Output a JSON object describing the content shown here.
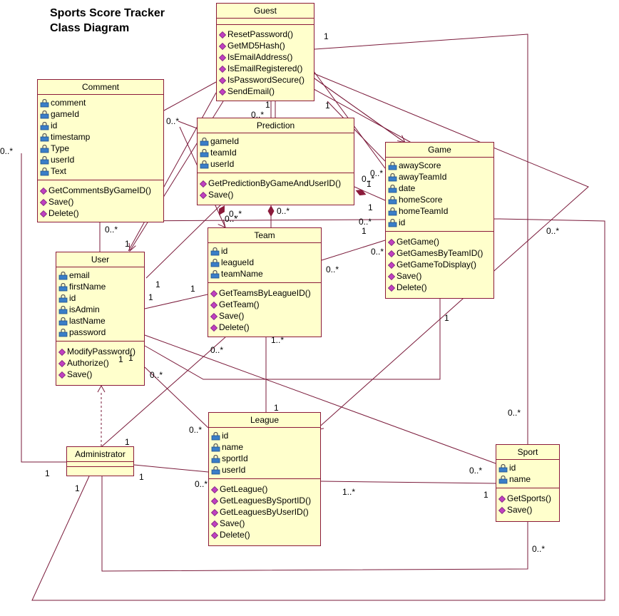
{
  "title": [
    "Sports Score Tracker",
    "Class Diagram"
  ],
  "colors": {
    "border": "#8b1a3a",
    "fill": "#ffffcc",
    "line": "#7a1a3a",
    "attr_icon": "#3a7ec8",
    "op_icon": "#c040c0"
  },
  "classes": {
    "guest": {
      "name": "Guest",
      "attributes": [],
      "operations": [
        "ResetPassword()",
        "GetMD5Hash()",
        "IsEmailAddress()",
        "IsEmailRegistered()",
        "IsPasswordSecure()",
        "SendEmail()"
      ]
    },
    "comment": {
      "name": "Comment",
      "attributes": [
        "comment",
        "gameId",
        "id",
        "timestamp",
        "Type",
        "userId",
        "Text"
      ],
      "operations": [
        "GetCommentsByGameID()",
        "Save()",
        "Delete()"
      ]
    },
    "prediction": {
      "name": "Prediction",
      "attributes": [
        "gameId",
        "teamId",
        "userId"
      ],
      "operations": [
        "GetPredictionByGameAndUserID()",
        "Save()"
      ]
    },
    "game": {
      "name": "Game",
      "attributes": [
        "awayScore",
        "awayTeamId",
        "date",
        "homeScore",
        "homeTeamId",
        "id"
      ],
      "operations": [
        "GetGame()",
        "GetGamesByTeamID()",
        "GetGameToDisplay()",
        "Save()",
        "Delete()"
      ]
    },
    "team": {
      "name": "Team",
      "attributes": [
        "id",
        "leagueId",
        "teamName"
      ],
      "operations": [
        "GetTeamsByLeagueID()",
        "GetTeam()",
        "Save()",
        "Delete()"
      ]
    },
    "user": {
      "name": "User",
      "attributes": [
        "email",
        "firstName",
        "id",
        "isAdmin",
        "lastName",
        "password"
      ],
      "operations": [
        "ModifyPassword()",
        "Authorize()",
        "Save()"
      ]
    },
    "league": {
      "name": "League",
      "attributes": [
        "id",
        "name",
        "sportId",
        "userId"
      ],
      "operations": [
        "GetLeague()",
        "GetLeaguesBySportID()",
        "GetLeaguesByUserID()",
        "Save()",
        "Delete()"
      ]
    },
    "administrator": {
      "name": "Administrator",
      "attributes": [],
      "operations": []
    },
    "sport": {
      "name": "Sport",
      "attributes": [
        "id",
        "name"
      ],
      "operations": [
        "GetSports()",
        "Save()"
      ]
    }
  },
  "multiplicities": [
    "1",
    "0..*",
    "0..*",
    "1",
    "1",
    "0..*",
    "0..*",
    "1",
    "0..*",
    "0..*",
    "1",
    "0..*",
    "0..*",
    "0..*",
    "1",
    "0..*",
    "1",
    "0..*",
    "0..*",
    "1",
    "1",
    "1",
    "1",
    "1",
    "0..*",
    "1",
    "0..*",
    "1..*",
    "1",
    "0..*",
    "0..*",
    "0..*",
    "1",
    "1",
    "1",
    "0..*",
    "1",
    "1..*",
    "1",
    "0..*",
    "0..*"
  ]
}
